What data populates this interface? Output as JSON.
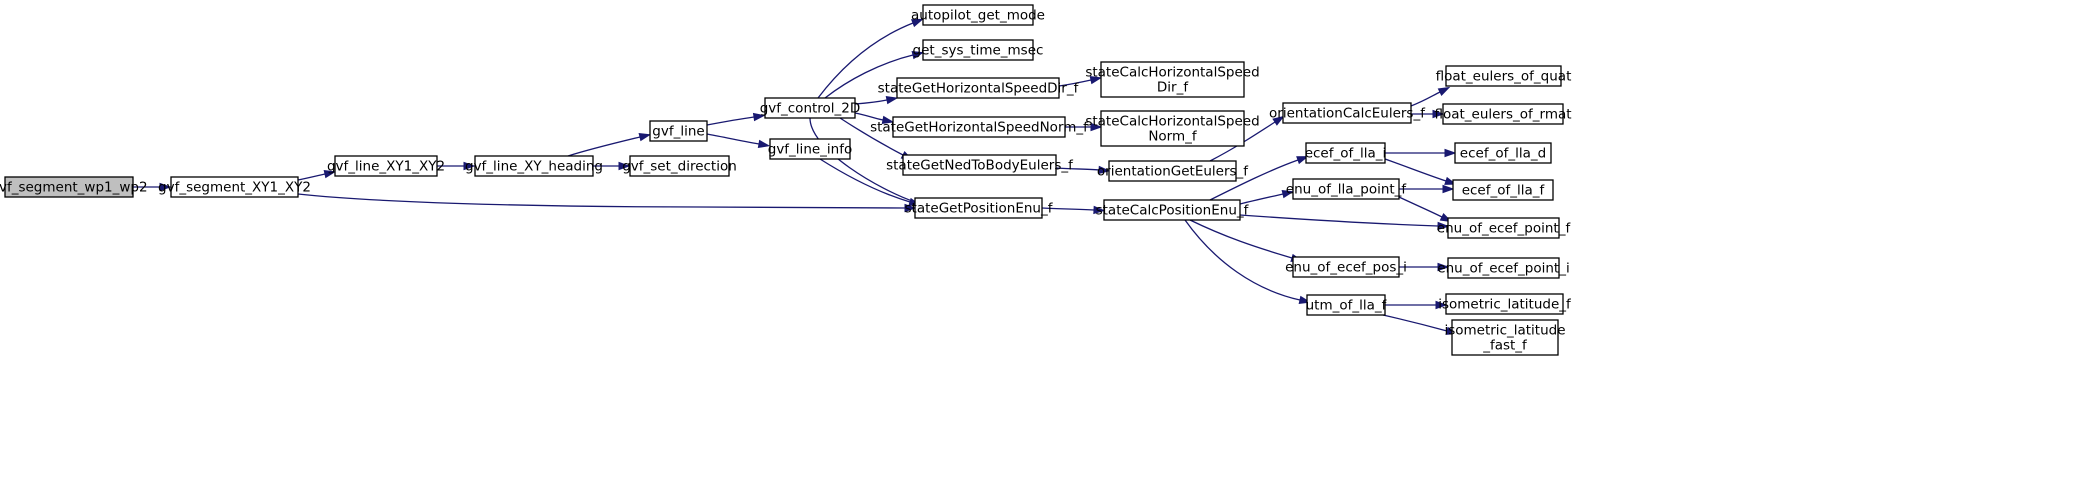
{
  "graph": {
    "root": "gvf_segment_wp1_wp2",
    "nodes": [
      {
        "id": "n0",
        "lines": [
          "gvf_segment_wp1_wp2"
        ],
        "root": true
      },
      {
        "id": "n1",
        "lines": [
          "gvf_segment_XY1_XY2"
        ]
      },
      {
        "id": "n2",
        "lines": [
          "gvf_line_XY1_XY2"
        ]
      },
      {
        "id": "n3",
        "lines": [
          "gvf_line_XY_heading"
        ]
      },
      {
        "id": "n4",
        "lines": [
          "gvf_line"
        ]
      },
      {
        "id": "n5",
        "lines": [
          "gvf_set_direction"
        ]
      },
      {
        "id": "n6",
        "lines": [
          "gvf_control_2D"
        ]
      },
      {
        "id": "n7",
        "lines": [
          "gvf_line_info"
        ]
      },
      {
        "id": "n8",
        "lines": [
          "autopilot_get_mode"
        ]
      },
      {
        "id": "n9",
        "lines": [
          "get_sys_time_msec"
        ]
      },
      {
        "id": "n10",
        "lines": [
          "stateGetHorizontalSpeedDir_f"
        ]
      },
      {
        "id": "n11",
        "lines": [
          "stateGetHorizontalSpeedNorm_f"
        ]
      },
      {
        "id": "n12",
        "lines": [
          "stateGetNedToBodyEulers_f"
        ]
      },
      {
        "id": "n13",
        "lines": [
          "stateGetPositionEnu_f"
        ]
      },
      {
        "id": "n14",
        "lines": [
          "stateCalcHorizontalSpeed",
          "Dir_f"
        ]
      },
      {
        "id": "n15",
        "lines": [
          "stateCalcHorizontalSpeed",
          "Norm_f"
        ]
      },
      {
        "id": "n16",
        "lines": [
          "orientationGetEulers_f"
        ]
      },
      {
        "id": "n17",
        "lines": [
          "stateCalcPositionEnu_f"
        ]
      },
      {
        "id": "n18",
        "lines": [
          "orientationCalcEulers_f"
        ]
      },
      {
        "id": "n19",
        "lines": [
          "ecef_of_lla_i"
        ]
      },
      {
        "id": "n20",
        "lines": [
          "enu_of_lla_point_f"
        ]
      },
      {
        "id": "n21",
        "lines": [
          "enu_of_ecef_pos_i"
        ]
      },
      {
        "id": "n22",
        "lines": [
          "utm_of_lla_f"
        ]
      },
      {
        "id": "n23",
        "lines": [
          "float_eulers_of_quat"
        ]
      },
      {
        "id": "n24",
        "lines": [
          "float_eulers_of_rmat"
        ]
      },
      {
        "id": "n25",
        "lines": [
          "ecef_of_lla_d"
        ]
      },
      {
        "id": "n26",
        "lines": [
          "ecef_of_lla_f"
        ]
      },
      {
        "id": "n27",
        "lines": [
          "enu_of_ecef_point_f"
        ]
      },
      {
        "id": "n28",
        "lines": [
          "enu_of_ecef_point_i"
        ]
      },
      {
        "id": "n29",
        "lines": [
          "isometric_latitude_f"
        ]
      },
      {
        "id": "n30",
        "lines": [
          "isometric_latitude",
          "_fast_f"
        ]
      }
    ],
    "edges": [
      [
        "n0",
        "n1"
      ],
      [
        "n1",
        "n2"
      ],
      [
        "n1",
        "n13"
      ],
      [
        "n2",
        "n3"
      ],
      [
        "n3",
        "n4"
      ],
      [
        "n3",
        "n5"
      ],
      [
        "n4",
        "n6"
      ],
      [
        "n4",
        "n7"
      ],
      [
        "n6",
        "n8"
      ],
      [
        "n6",
        "n9"
      ],
      [
        "n6",
        "n10"
      ],
      [
        "n6",
        "n11"
      ],
      [
        "n6",
        "n12"
      ],
      [
        "n6",
        "n13"
      ],
      [
        "n7",
        "n13"
      ],
      [
        "n10",
        "n14"
      ],
      [
        "n11",
        "n15"
      ],
      [
        "n12",
        "n16"
      ],
      [
        "n13",
        "n17"
      ],
      [
        "n16",
        "n18"
      ],
      [
        "n18",
        "n23"
      ],
      [
        "n18",
        "n24"
      ],
      [
        "n17",
        "n19"
      ],
      [
        "n17",
        "n20"
      ],
      [
        "n17",
        "n27"
      ],
      [
        "n17",
        "n21"
      ],
      [
        "n17",
        "n22"
      ],
      [
        "n19",
        "n25"
      ],
      [
        "n19",
        "n26"
      ],
      [
        "n20",
        "n26"
      ],
      [
        "n20",
        "n27"
      ],
      [
        "n21",
        "n28"
      ],
      [
        "n22",
        "n29"
      ],
      [
        "n22",
        "n30"
      ]
    ]
  }
}
